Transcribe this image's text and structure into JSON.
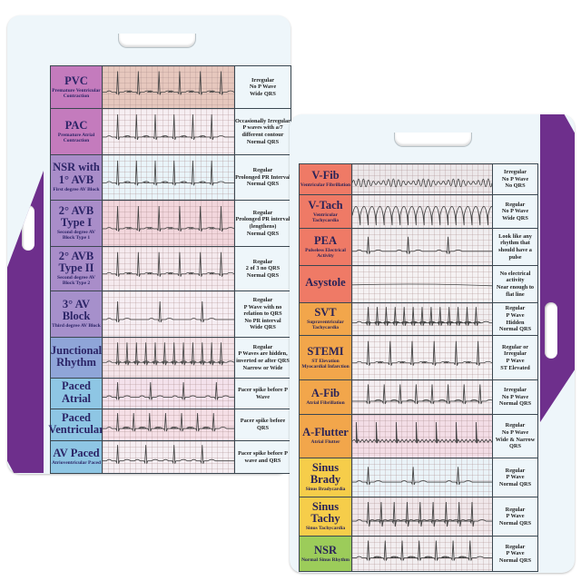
{
  "left_card": {
    "tab_color": "#6e2f8c",
    "rows": [
      {
        "name": "PVC",
        "sub": "Premature Ventricular Contraction",
        "desc": "Irregular\nNo P Wave\nWide QRS",
        "label_color": "#c47bbd",
        "strip_color": "#e6c7bd",
        "height": 46
      },
      {
        "name": "PAC",
        "sub": "Premature Atrial Contraction",
        "desc": "Occasionally Irregular\nP waves with a/7 different contour\nNormal QRS",
        "label_color": "#c47bbd",
        "strip_color": "#f6eef2",
        "height": 50
      },
      {
        "name": "NSR with 1° AVB",
        "sub": "First degree AV Block",
        "desc": "Regular\nProlonged PR Interval\nNormal QRS",
        "label_color": "#a98dc9",
        "strip_color": "#e9f4f9",
        "height": 49
      },
      {
        "name": "2° AVB Type I",
        "sub": "Second degree AV Block Type 1",
        "desc": "Regular\nProlonged PR interval (lengthens)\nNormal QRS",
        "label_color": "#a98dc9",
        "strip_color": "#f2d6dc",
        "height": 50
      },
      {
        "name": "2° AVB Type II",
        "sub": "Second degree AV Block Type 2",
        "desc": "Regular\n2 of 3 no QRS\nNormal QRS",
        "label_color": "#a98dc9",
        "strip_color": "#f5eaee",
        "height": 48
      },
      {
        "name": "3° AV Block",
        "sub": "Third degree AV Block",
        "desc": "Regular\nP Wave with no relation to QRS\nNo PR interval\nWide QRS",
        "label_color": "#a690cb",
        "strip_color": "#f6eef3",
        "height": 50
      },
      {
        "name": "Junctional Rhythm",
        "sub": "",
        "desc": "Regular\nP Waves are hidden, inverted or after QRS\nNarrow or Wide",
        "label_color": "#8fa5d8",
        "strip_color": "#f4e4e9",
        "height": 44
      },
      {
        "name": "Paced Atrial",
        "sub": "",
        "desc": "Pacer spike before P Wave",
        "label_color": "#8ec6e4",
        "strip_color": "#f4e2ec",
        "height": 33
      },
      {
        "name": "Paced Ventricular",
        "sub": "",
        "desc": "Pacer spike before QRS",
        "label_color": "#8ec6e4",
        "strip_color": "#f5dfe6",
        "height": 34
      },
      {
        "name": "AV Paced",
        "sub": "Atrioventricular Paced",
        "desc": "Pacer spike before P wave and QRS",
        "label_color": "#8ec6e4",
        "strip_color": "#f5eef2",
        "height": 35
      }
    ]
  },
  "right_card": {
    "tab_color": "#6e2f8c",
    "rows": [
      {
        "name": "V-Fib",
        "sub": "Ventricular Fibrillation",
        "desc": "Irregular\nNo P Wave\nNo QRS",
        "label_color": "#ef7a66",
        "strip_color": "#ece8ea",
        "height": 33
      },
      {
        "name": "V-Tach",
        "sub": "Ventricular Tachycardia",
        "desc": "Regular\nNo P Wave\nWide QRS",
        "label_color": "#ef7a66",
        "strip_color": "#f0ecee",
        "height": 36
      },
      {
        "name": "PEA",
        "sub": "Pulseless Electrical Activity",
        "desc": "Look like any rhythm that should have a pulse",
        "label_color": "#ef7a66",
        "strip_color": "#f1eef0",
        "height": 40
      },
      {
        "name": "Asystole",
        "sub": "",
        "desc": "No electrical activity\nNear enough to flat line",
        "label_color": "#ef7a66",
        "strip_color": "#f5f2f3",
        "height": 40
      },
      {
        "name": "SVT",
        "sub": "Supraventricular Tachycardia",
        "desc": "Regular\nP Wave\nHidden\nNormal QRS",
        "label_color": "#f2a64b",
        "strip_color": "#f1eef0",
        "height": 35
      },
      {
        "name": "STEMI",
        "sub": "ST Elevation Myocardial Infarction",
        "desc": "Regular or Irregular\nP Wave\nST Elevated",
        "label_color": "#f2a64b",
        "strip_color": "#f5f1f3",
        "height": 48
      },
      {
        "name": "A-Fib",
        "sub": "Atrial Fibrillation",
        "desc": "Irregular\nNo P Wave\nNormal QRS",
        "label_color": "#f2a64b",
        "strip_color": "#f4eef1",
        "height": 37
      },
      {
        "name": "A-Flutter",
        "sub": "Atrial Flutter",
        "desc": "Regular\nNo P Wave\nWide & Narrow QRS",
        "label_color": "#f2a64b",
        "strip_color": "#f3dde6",
        "height": 47
      },
      {
        "name": "Sinus Brady",
        "sub": "Sinus Bradycardia",
        "desc": "Regular\nP Wave\nNormal QRS",
        "label_color": "#f6cd4a",
        "strip_color": "#eaf3f8",
        "height": 42
      },
      {
        "name": "Sinus Tachy",
        "sub": "Sinus Tachycardia",
        "desc": "Regular\nP Wave\nNormal QRS",
        "label_color": "#f6cd4a",
        "strip_color": "#f0e7ea",
        "height": 42
      },
      {
        "name": "NSR",
        "sub": "Normal Sinus Rhythm",
        "desc": "Regular\nP Wave\nNormal QRS",
        "label_color": "#9ccc5a",
        "strip_color": "#f2eef0",
        "height": 38
      }
    ]
  },
  "waveforms": {
    "left": [
      "pvc",
      "pac",
      "avb1",
      "avb2i",
      "avb2ii",
      "avb3",
      "junctional",
      "pacedA",
      "pacedV",
      "avpaced"
    ],
    "right": [
      "vfib",
      "vtach",
      "pea",
      "asystole",
      "svt",
      "stemi",
      "afib",
      "aflutter",
      "brady",
      "tachy",
      "nsr"
    ]
  }
}
